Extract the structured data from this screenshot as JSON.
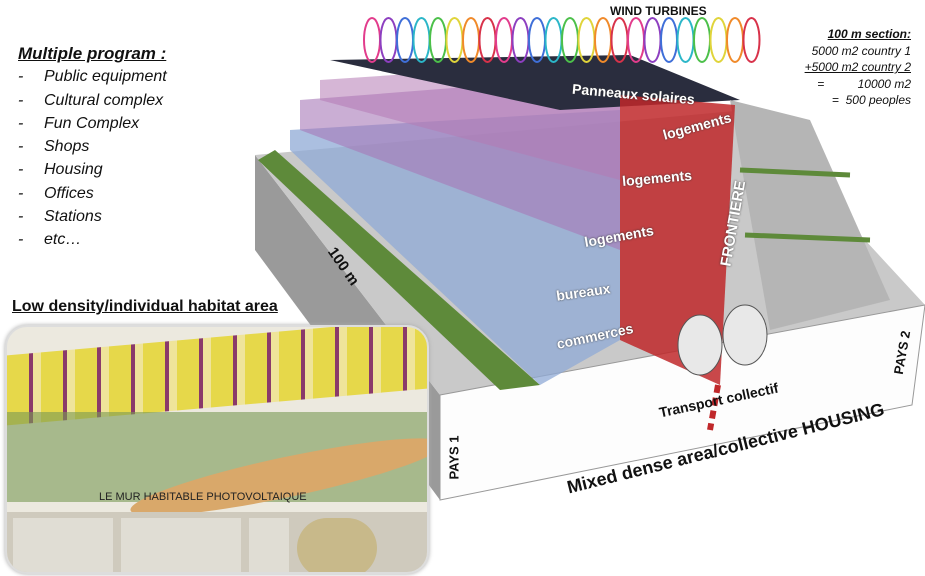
{
  "program": {
    "title": "Multiple program :",
    "items": [
      "Public equipment",
      "Cultural complex",
      "Fun Complex",
      "Shops",
      "Housing",
      "Offices",
      "Stations",
      "etc…"
    ]
  },
  "wind_turbines": "WIND TURBINES",
  "section": {
    "title": "100 m section:",
    "line1": "5000 m2 country 1",
    "line2": "+5000 m2 country 2",
    "line3": "=          10000 m2",
    "line4": "=  500 peoples"
  },
  "labels": {
    "solar": "Panneaux solaires",
    "housing1": "logements",
    "housing2": "logements",
    "housing3": "logements",
    "offices": "bureaux",
    "shops": "commerces",
    "border": "FRONTIERE",
    "transport": "Transport collectif",
    "pays1": "PAYS 1",
    "pays2": "PAYS 2",
    "length": "100 m",
    "mixed": "Mixed dense area/collective HOUSING"
  },
  "low_density": {
    "title": "Low density/individual habitat area",
    "wall_caption": "LE MUR HABITABLE PHOTOVOLTAIQUE"
  },
  "colors": {
    "frontier": "#c0282a",
    "terrace_purple": "#a678b8",
    "terrace_blue": "#7f9fd0",
    "grass": "#5e8a3a"
  }
}
